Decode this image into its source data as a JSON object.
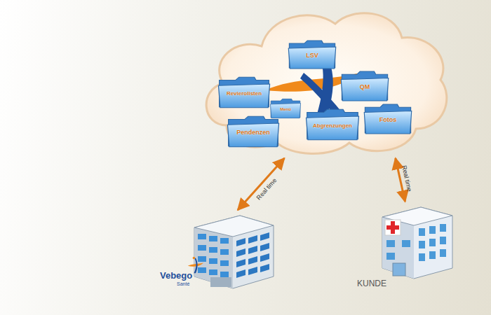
{
  "diagram": {
    "nodes": [
      {
        "text": []
      },
      {
        "text": [
          "LSV"
        ],
        "in": 0
      },
      {
        "text": [
          "Revierolisten"
        ],
        "in": 0
      },
      {
        "text": [
          "QM"
        ],
        "in": 0
      },
      {
        "text": [
          "Menü"
        ],
        "in": 0
      },
      {
        "text": [
          "Pendenzen"
        ],
        "in": 0
      },
      {
        "text": [
          "Abgrenzungen"
        ],
        "in": 0
      },
      {
        "text": [
          "Fotos"
        ],
        "in": 0
      },
      {
        "text": [
          "Vebego",
          "Santé"
        ]
      },
      {
        "text": [
          "KUNDE"
        ]
      }
    ],
    "edges": [
      {
        "from": 8,
        "to": 0,
        "label": "Real time",
        "arrow": "both"
      },
      {
        "from": 9,
        "to": 0,
        "label": "Real time",
        "arrow": "both"
      }
    ]
  }
}
